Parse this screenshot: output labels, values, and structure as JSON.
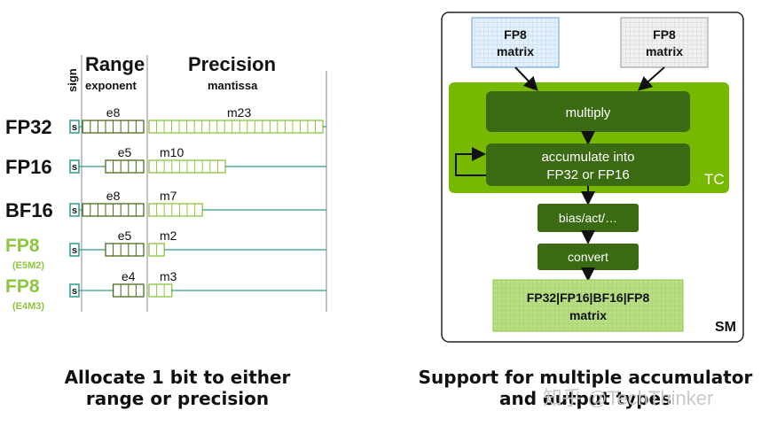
{
  "left": {
    "sign_label": "sign",
    "range_title": "Range",
    "range_sub": "exponent",
    "precision_title": "Precision",
    "precision_sub": "mantissa",
    "formats": [
      {
        "name": "FP32",
        "sub": "",
        "s": "s",
        "exp": "e8",
        "man": "m23",
        "exp_bits": 8,
        "man_bits": 23,
        "color": "#111111"
      },
      {
        "name": "FP16",
        "sub": "",
        "s": "s",
        "exp": "e5",
        "man": "m10",
        "exp_bits": 5,
        "man_bits": 10,
        "color": "#111111"
      },
      {
        "name": "BF16",
        "sub": "",
        "s": "s",
        "exp": "e8",
        "man": "m7",
        "exp_bits": 8,
        "man_bits": 7,
        "color": "#111111"
      },
      {
        "name": "FP8",
        "sub": "(E5M2)",
        "s": "s",
        "exp": "e5",
        "man": "m2",
        "exp_bits": 5,
        "man_bits": 2,
        "color": "#8cc63e"
      },
      {
        "name": "FP8",
        "sub": "(E4M3)",
        "s": "s",
        "exp": "e4",
        "man": "m3",
        "exp_bits": 4,
        "man_bits": 3,
        "color": "#8cc63e"
      }
    ],
    "caption_line1": "Allocate 1 bit to either",
    "caption_line2": "range or precision"
  },
  "right": {
    "input_a": {
      "line1": "FP8",
      "line2": "matrix"
    },
    "input_b": {
      "line1": "FP8",
      "line2": "matrix"
    },
    "multiply": "multiply",
    "accumulate_line1": "accumulate into",
    "accumulate_line2": "FP32 or FP16",
    "tc_label": "TC",
    "bias": "bias/act/…",
    "convert": "convert",
    "output_line1": "FP32|FP16|BF16|FP8",
    "output_line2": "matrix",
    "sm_label": "SM",
    "caption_line1": "Support for multiple accumulator",
    "caption_line2": "and output types"
  },
  "watermark": "知乎 @TechThinker",
  "colors": {
    "nvidia_green": "#76b900",
    "dark_green": "#3a6b12",
    "light_green": "#8cc63e",
    "exp_box": "#4a6a1a",
    "man_box": "#8cc63e",
    "teal_line": "#2e9a8e"
  }
}
